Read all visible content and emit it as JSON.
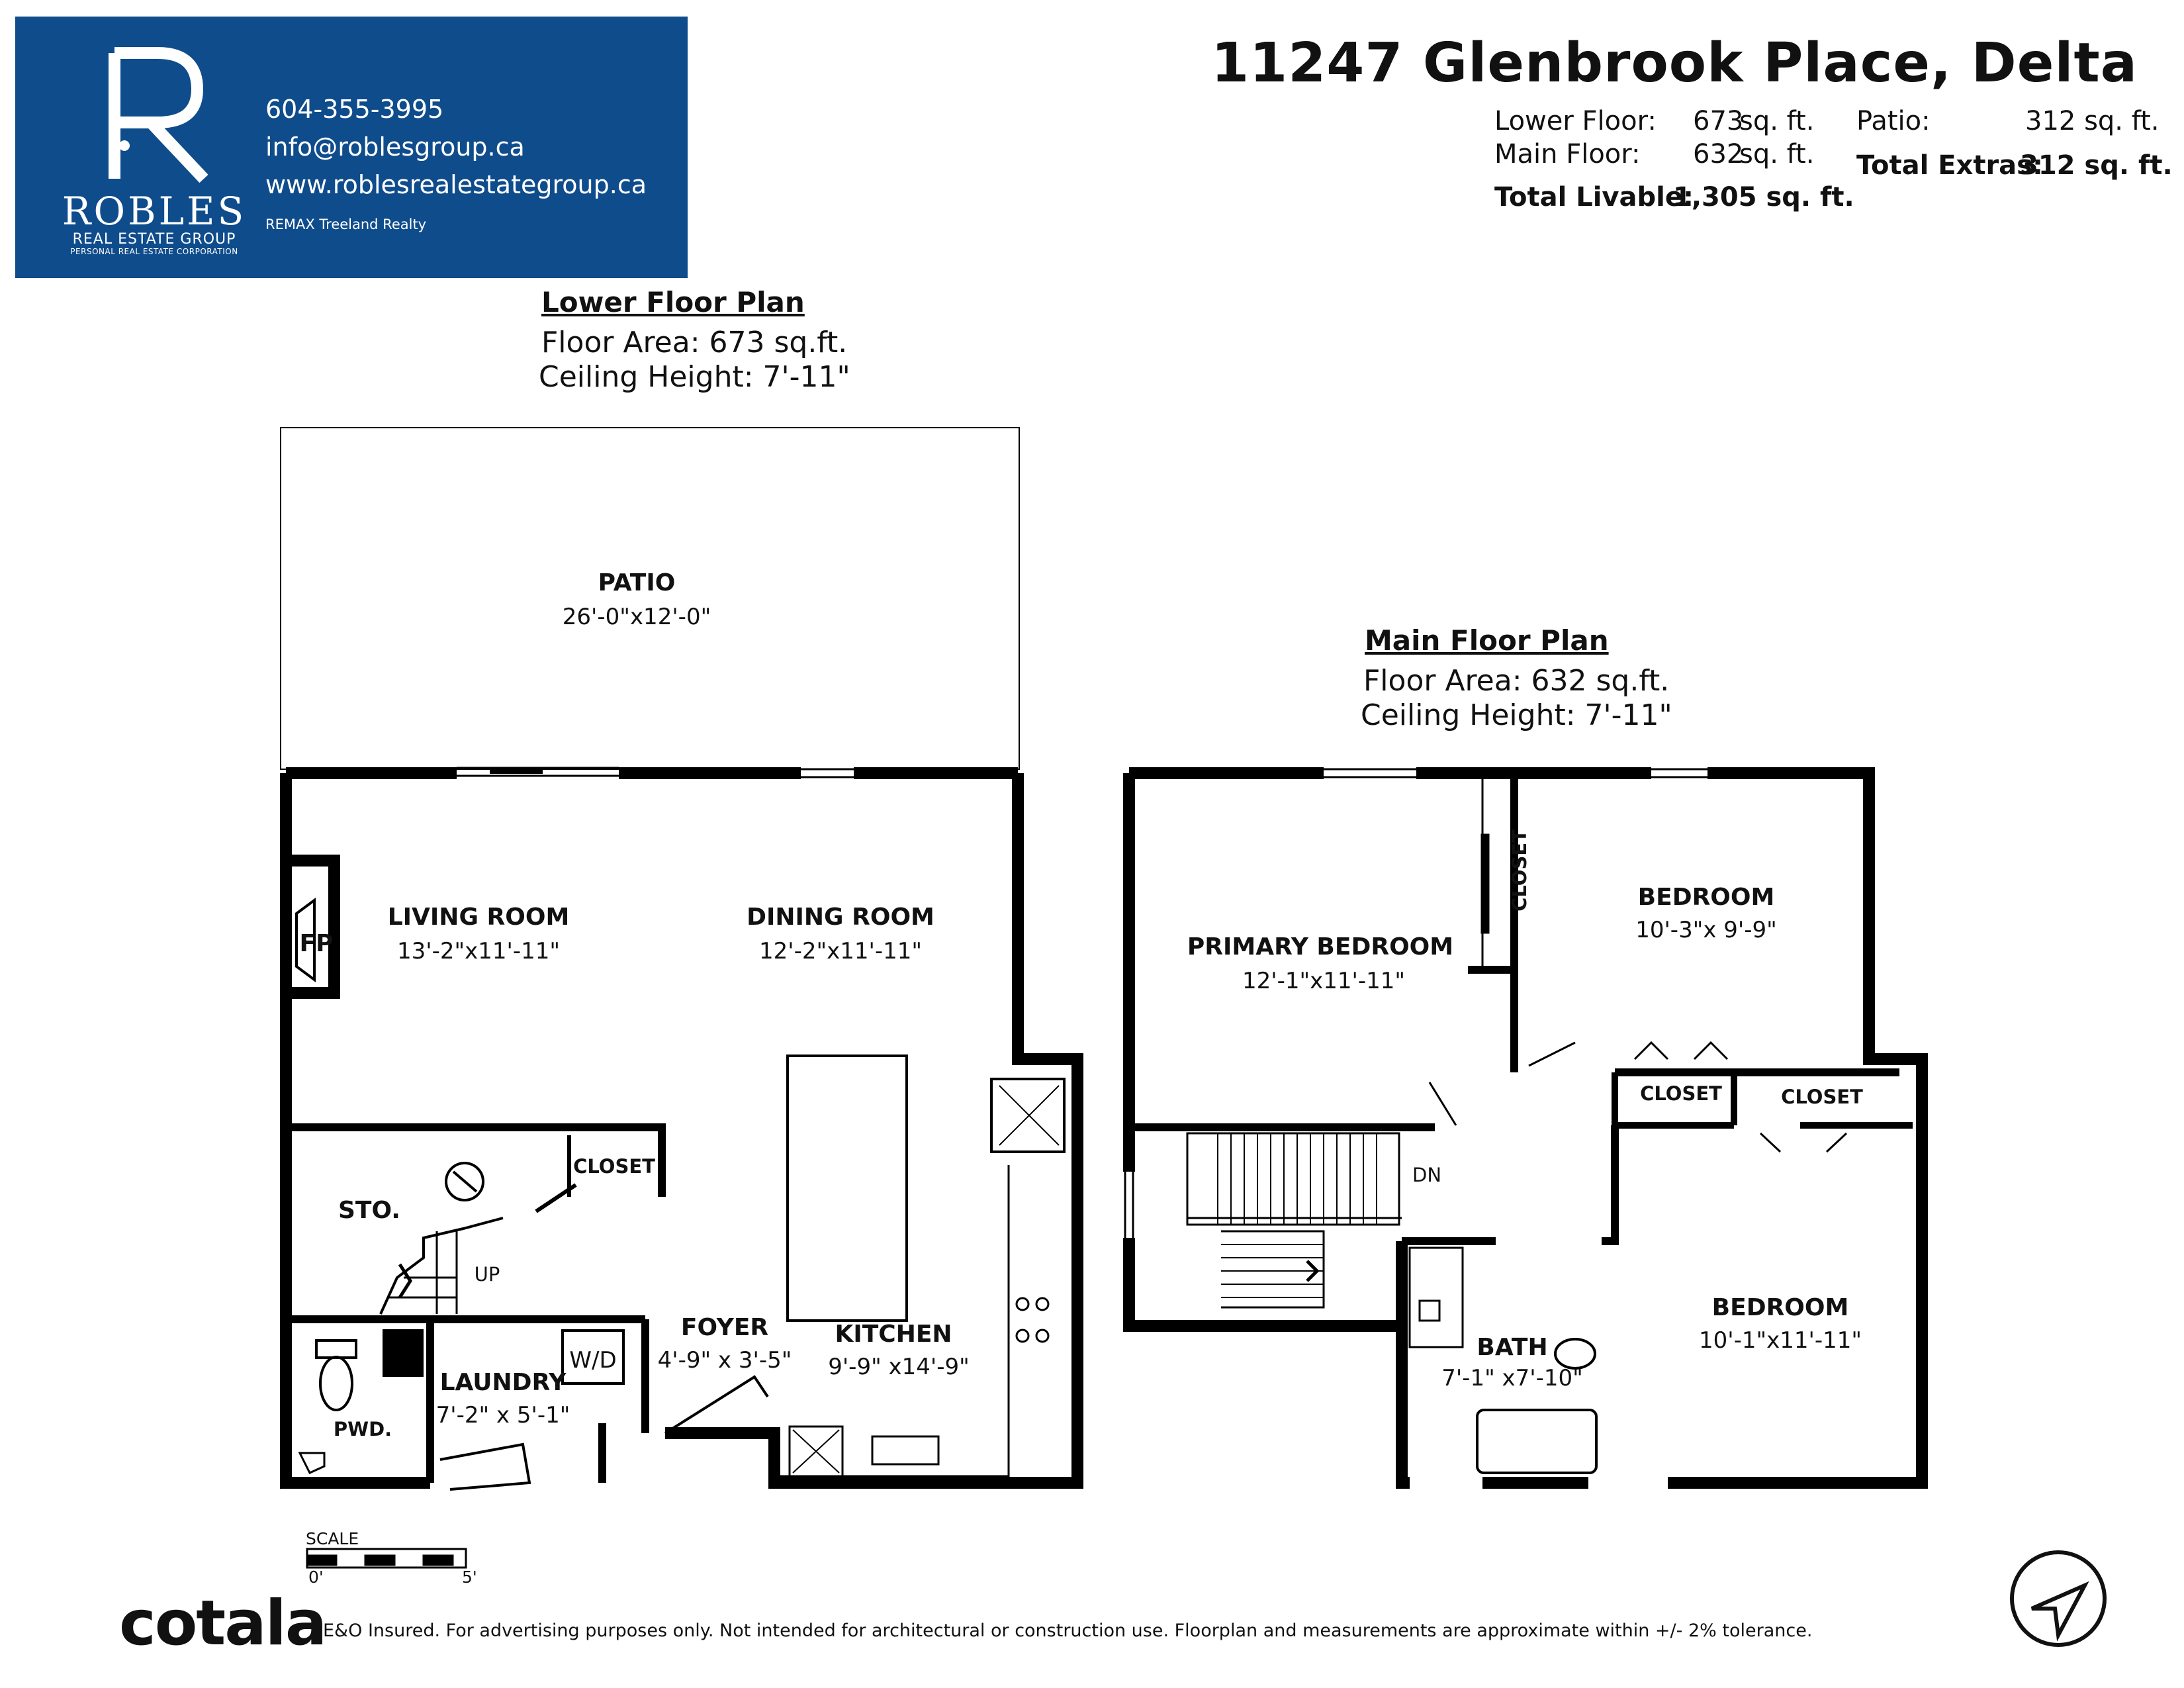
{
  "brand": {
    "name": "ROBLES",
    "subtitle": "REAL ESTATE GROUP",
    "subtitle2": "PERSONAL REAL ESTATE CORPORATION",
    "phone": "604-355-3995",
    "email": "info@roblesgroup.ca",
    "website": "www.roblesrealestategroup.ca",
    "brokerage": "REMAX Treeland Realty",
    "color": "#0f4c8c"
  },
  "header": {
    "address": "11247 Glenbrook Place, Delta",
    "lower_floor_label": "Lower Floor:",
    "lower_floor_value": "673",
    "lower_floor_unit": "sq. ft.",
    "main_floor_label": "Main Floor:",
    "main_floor_value": "632",
    "main_floor_unit": "sq. ft.",
    "total_livable_label": "Total Livable:",
    "total_livable_value": "1,305 sq. ft.",
    "patio_label": "Patio:",
    "patio_value": "312 sq. ft.",
    "total_extras_label": "Total Extras:",
    "total_extras_value": "312 sq. ft."
  },
  "lower_floor": {
    "title": "Lower Floor Plan",
    "area": "Floor Area: 673 sq.ft.",
    "ceiling": "Ceiling Height: 7'-11\"",
    "rooms": {
      "patio": {
        "name": "PATIO",
        "dims": "26'-0\"x12'-0\""
      },
      "living": {
        "name": "LIVING ROOM",
        "dims": "13'-2\"x11'-11\""
      },
      "dining": {
        "name": "DINING ROOM",
        "dims": "12'-2\"x11'-11\""
      },
      "fp": {
        "name": "FP"
      },
      "closet": {
        "name": "CLOSET"
      },
      "storage": {
        "name": "STO."
      },
      "up": {
        "name": "UP"
      },
      "foyer": {
        "name": "FOYER",
        "dims": "4'-9\" x 3'-5\""
      },
      "kitchen": {
        "name": "KITCHEN",
        "dims": "9'-9\" x14'-9\""
      },
      "laundry": {
        "name": "LAUNDRY",
        "dims": "7'-2\" x 5'-1\""
      },
      "wd": {
        "name": "W/D"
      },
      "powder": {
        "name": "PWD."
      }
    }
  },
  "main_floor": {
    "title": "Main Floor Plan",
    "area": "Floor Area: 632 sq.ft.",
    "ceiling": "Ceiling Height: 7'-11\"",
    "rooms": {
      "primary": {
        "name": "PRIMARY BEDROOM",
        "dims": "12'-1\"x11'-11\""
      },
      "closet_primary": {
        "name": "CLOSET"
      },
      "bedroom1": {
        "name": "BEDROOM",
        "dims": "10'-3\"x 9'-9\""
      },
      "closet_a": {
        "name": "CLOSET"
      },
      "closet_b": {
        "name": "CLOSET"
      },
      "dn": {
        "name": "DN"
      },
      "bath": {
        "name": "BATH",
        "dims": "7'-1\" x7'-10\""
      },
      "bedroom2": {
        "name": "BEDROOM",
        "dims": "10'-1\"x11'-11\""
      }
    }
  },
  "scale": {
    "label": "SCALE",
    "start": "0'",
    "end": "5'"
  },
  "footer": {
    "logo": "cotala",
    "disclaimer": "E&O Insured. For advertising purposes only. Not intended for architectural or construction use. Floorplan and measurements are approximate within +/- 2% tolerance."
  },
  "icons": [
    "compass-north-icon",
    "robles-logo-icon",
    "toilet-icon",
    "stove-burner-icon",
    "sink-icon",
    "bathtub-icon"
  ]
}
